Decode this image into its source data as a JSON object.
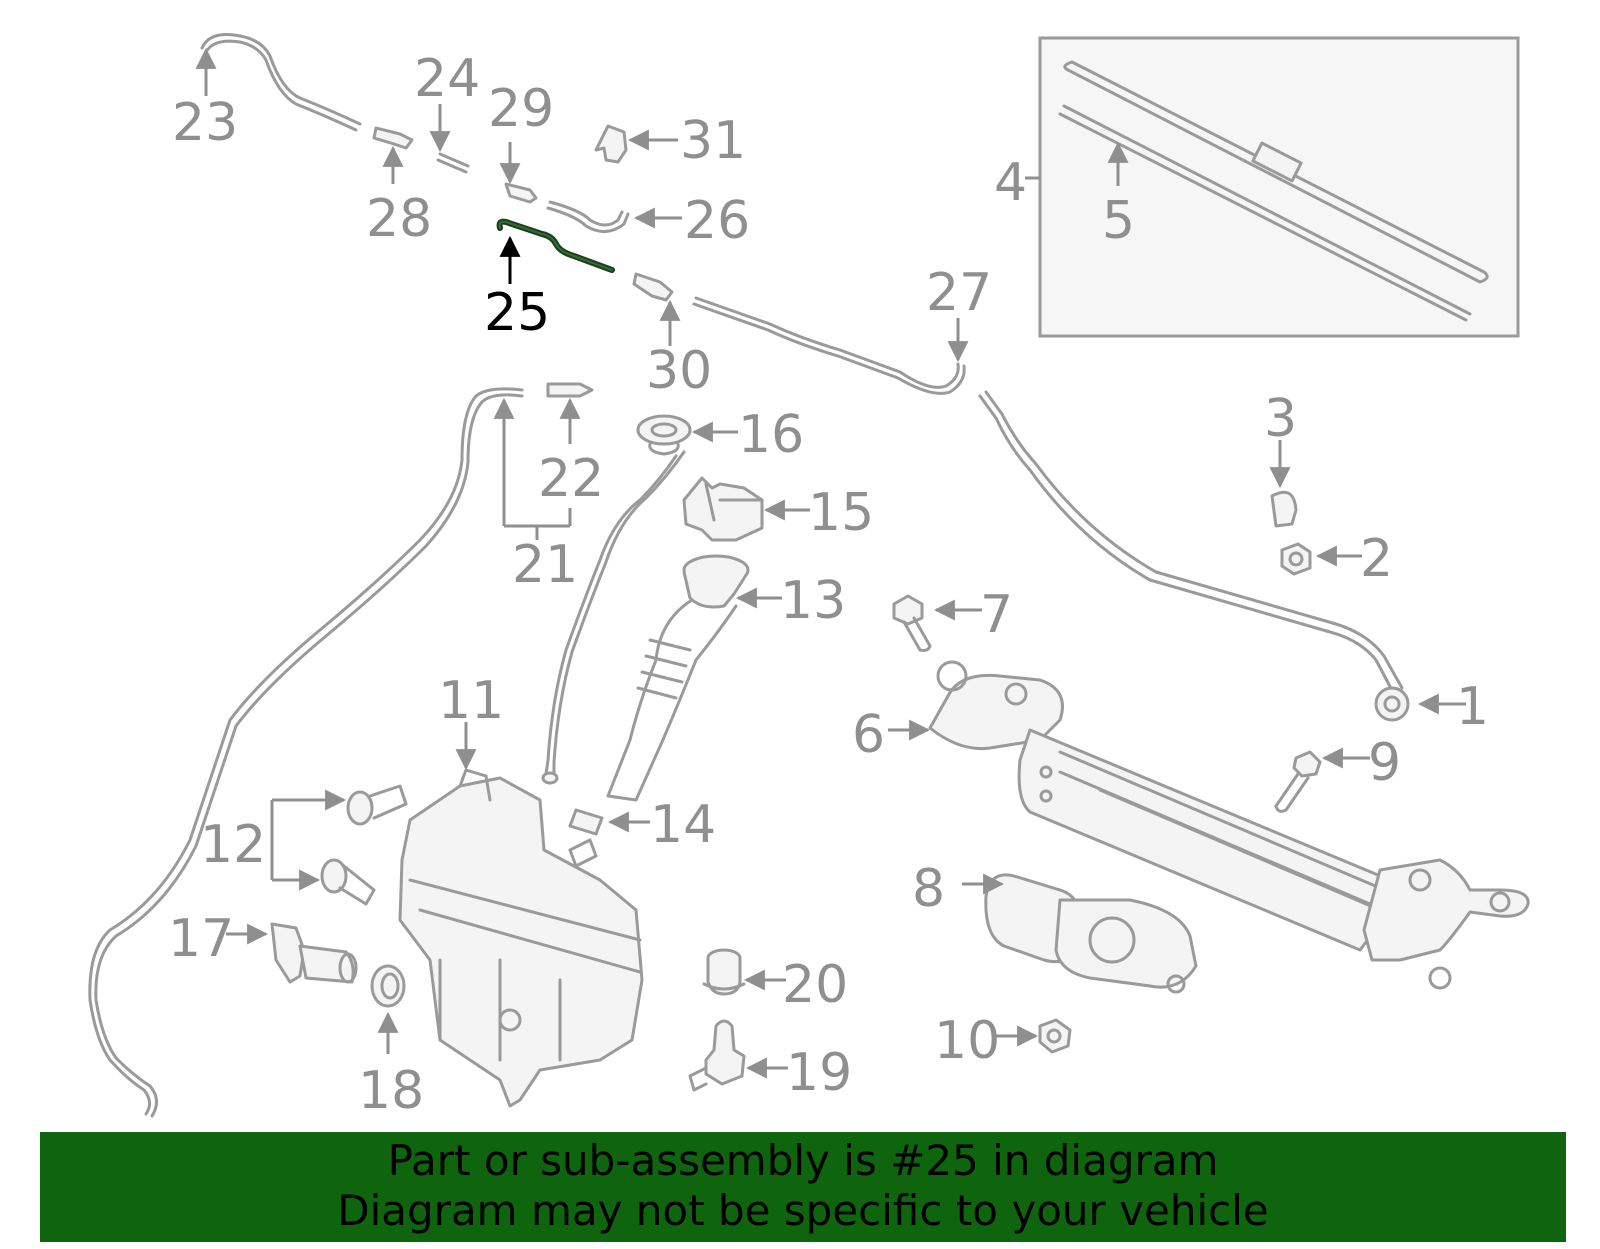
{
  "diagram": {
    "highlighted_part": "25",
    "callouts": [
      "1",
      "2",
      "3",
      "4",
      "5",
      "6",
      "7",
      "8",
      "9",
      "10",
      "11",
      "12",
      "13",
      "14",
      "15",
      "16",
      "17",
      "18",
      "19",
      "20",
      "21",
      "22",
      "23",
      "24",
      "25",
      "26",
      "27",
      "28",
      "29",
      "30",
      "31"
    ]
  },
  "banner": {
    "line1": "Part or sub-assembly is #25 in diagram",
    "line2": "Diagram may not be specific to your vehicle",
    "background_color": "#0e650e"
  }
}
